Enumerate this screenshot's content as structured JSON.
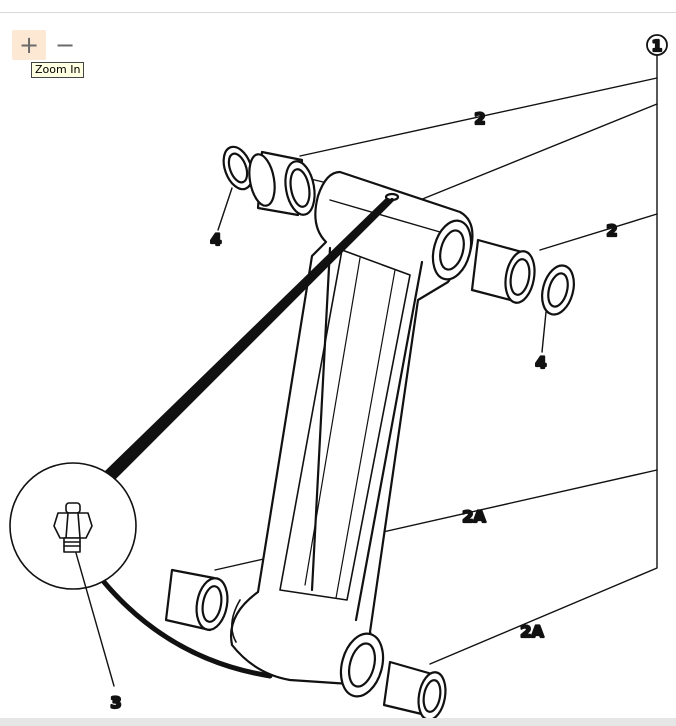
{
  "toolbar": {
    "zoom_in_symbol": "+",
    "zoom_out_symbol": "−",
    "tooltip_text": "Zoom In"
  },
  "diagram": {
    "callouts": {
      "assembly": "1",
      "two_top": "2",
      "two_right": "2",
      "four_left": "4",
      "four_right": "4",
      "two_a_upper": "2A",
      "two_a_lower": "2A",
      "three": "3"
    }
  }
}
